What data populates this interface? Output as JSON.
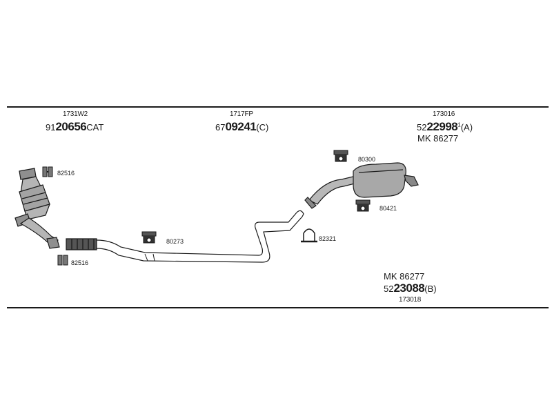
{
  "parts": {
    "front": {
      "ref": "1731W2",
      "code_prefix": "91",
      "code_main": "20656",
      "code_suffix": "CAT"
    },
    "middle": {
      "ref": "1717FP",
      "code_prefix": "67",
      "code_main": "09241",
      "code_suffix": "(C)"
    },
    "rear_a": {
      "ref": "173016",
      "code_prefix": "52",
      "code_main": "22998",
      "code_sup": "1",
      "code_suffix": "(A)",
      "kit": "MK 86277"
    },
    "rear_b": {
      "kit": "MK 86277",
      "code_prefix": "52",
      "code_main": "23088",
      "code_suffix": "(B)",
      "ref": "173018"
    }
  },
  "accessories": {
    "clamp_top": "82516",
    "clamp_bottom": "82516",
    "hanger_mid": "80273",
    "clamp_u": "82321",
    "hanger_rear_top": "80300",
    "hanger_rear_bottom": "80421"
  },
  "colors": {
    "line": "#1a1a1a",
    "fill": "#9a9a9a",
    "dark": "#333333"
  }
}
